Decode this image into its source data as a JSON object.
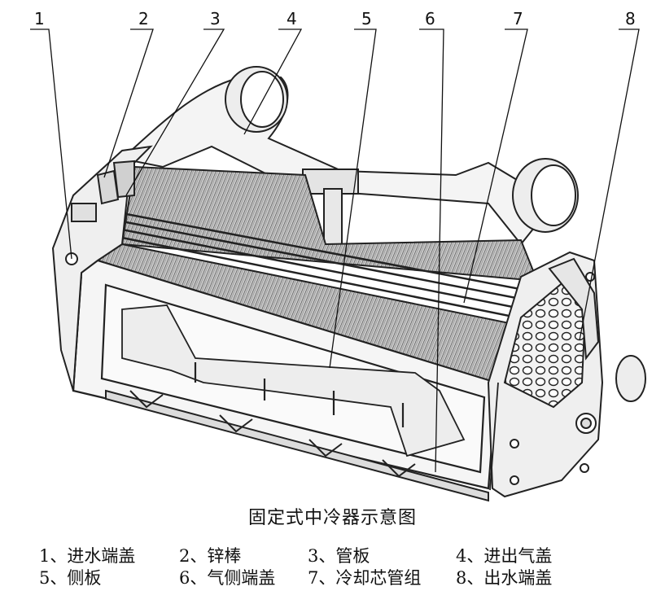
{
  "callouts": [
    {
      "number": "1"
    },
    {
      "number": "2"
    },
    {
      "number": "3"
    },
    {
      "number": "4"
    },
    {
      "number": "5"
    },
    {
      "number": "6"
    },
    {
      "number": "7"
    },
    {
      "number": "8"
    }
  ],
  "caption": "固定式中冷器示意图",
  "legend": [
    [
      "1、进水端盖",
      "2、锌棒",
      "3、管板",
      "4、进出气盖"
    ],
    [
      "5、侧板",
      "6、气侧端盖",
      "7、冷却芯管组",
      "8、出水端盖"
    ]
  ]
}
